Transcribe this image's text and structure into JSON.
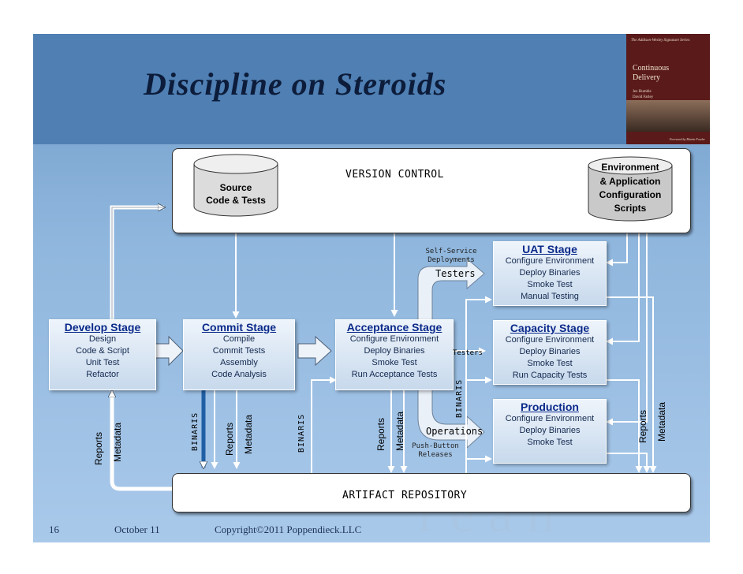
{
  "title": "Discipline on Steroids",
  "book": {
    "series": "The Addison-Wesley Signature Series",
    "title_line1": "Continuous",
    "title_line2": "Delivery",
    "author1": "Jez Humble",
    "author2": "David Farley",
    "foreword": "Foreword by Martin Fowler"
  },
  "version_control": {
    "label": "VERSION CONTROL",
    "source_line1": "Source",
    "source_line2": "Code & Tests",
    "env_line1": "Environment",
    "env_line2": "& Application",
    "env_line3": "Configuration",
    "env_line4": "Scripts"
  },
  "artifact_repository": {
    "label": "ARTIFACT REPOSITORY"
  },
  "stages": {
    "develop": {
      "title": "Develop Stage",
      "items": [
        "Design",
        "Code & Script",
        "Unit Test",
        "Refactor"
      ]
    },
    "commit": {
      "title": "Commit Stage",
      "items": [
        "Compile",
        "Commit Tests",
        "Assembly",
        "Code Analysis"
      ]
    },
    "acceptance": {
      "title": "Acceptance Stage",
      "items": [
        "Configure Environment",
        "Deploy Binaries",
        "Smoke Test",
        "Run Acceptance Tests"
      ]
    },
    "uat": {
      "title": "UAT Stage",
      "items": [
        "Configure Environment",
        "Deploy Binaries",
        "Smoke Test",
        "Manual Testing"
      ]
    },
    "capacity": {
      "title": "Capacity Stage",
      "items": [
        "Configure Environment",
        "Deploy Binaries",
        "Smoke Test",
        "Run Capacity Tests"
      ]
    },
    "production": {
      "title": "Production",
      "items": [
        "Configure Environment",
        "Deploy Binaries",
        "Smoke Test"
      ]
    }
  },
  "flow_labels": {
    "self_service": "Self-Service",
    "deployments": "Deployments",
    "testers_big": "Testers",
    "testers_small": "Testers",
    "operations": "Operations",
    "push_button": "Push-Button",
    "releases": "Releases",
    "binaries": "BINARIS",
    "reports": "Reports",
    "metadata": "Metadata"
  },
  "footer": {
    "page": "16",
    "date": "October 11",
    "copyright": "Copyright©2011 Poppendieck.LLC"
  },
  "watermark": "r e a n",
  "colors": {
    "title_band": "#4f7fb3",
    "stage_title": "#0a2a8a",
    "arrow_fill": "#eef3f9"
  }
}
